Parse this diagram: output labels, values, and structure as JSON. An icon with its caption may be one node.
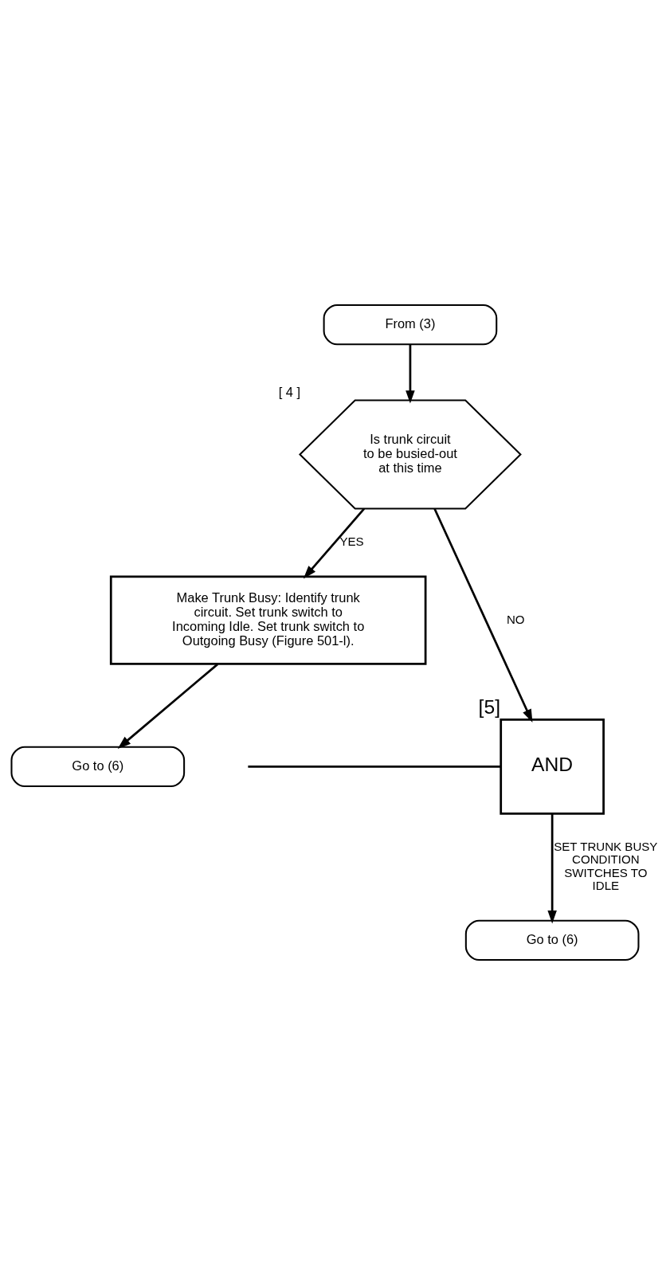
{
  "diagram": {
    "nodes": [
      {
        "text": [
          "From (3)"
        ]
      },
      {
        "text": [
          "Is trunk circuit to be busied-out at this time"
        ],
        "beside": [
          "[ 4 ]"
        ]
      },
      {
        "text": [
          "Make Trunk Busy: Identify trunk circuit. Set trunk switch to Incoming Idle. Set trunk switch to Outgoing Busy (Figure 501-l)."
        ]
      },
      {
        "text": [
          "Go to (6)"
        ]
      },
      {
        "text": [
          "AND"
        ],
        "beside": [
          "[5]"
        ]
      },
      {
        "text": [
          "Go to (6)"
        ]
      }
    ],
    "edges": [
      {
        "from": 0,
        "to": 1,
        "arrow": "to"
      },
      {
        "from": 1,
        "to": 2,
        "arrow": "to",
        "label": "YES"
      },
      {
        "from": 1,
        "to": 4,
        "arrow": "to",
        "label": "NO"
      },
      {
        "from": 2,
        "to": 3,
        "arrow": "to"
      },
      {
        "from": null,
        "to": 4,
        "arrow": "none"
      },
      {
        "from": 4,
        "to": 5,
        "arrow": "to",
        "label": "SET TRUNK BUSY CONDITION SWITCHES TO IDLE"
      }
    ]
  }
}
